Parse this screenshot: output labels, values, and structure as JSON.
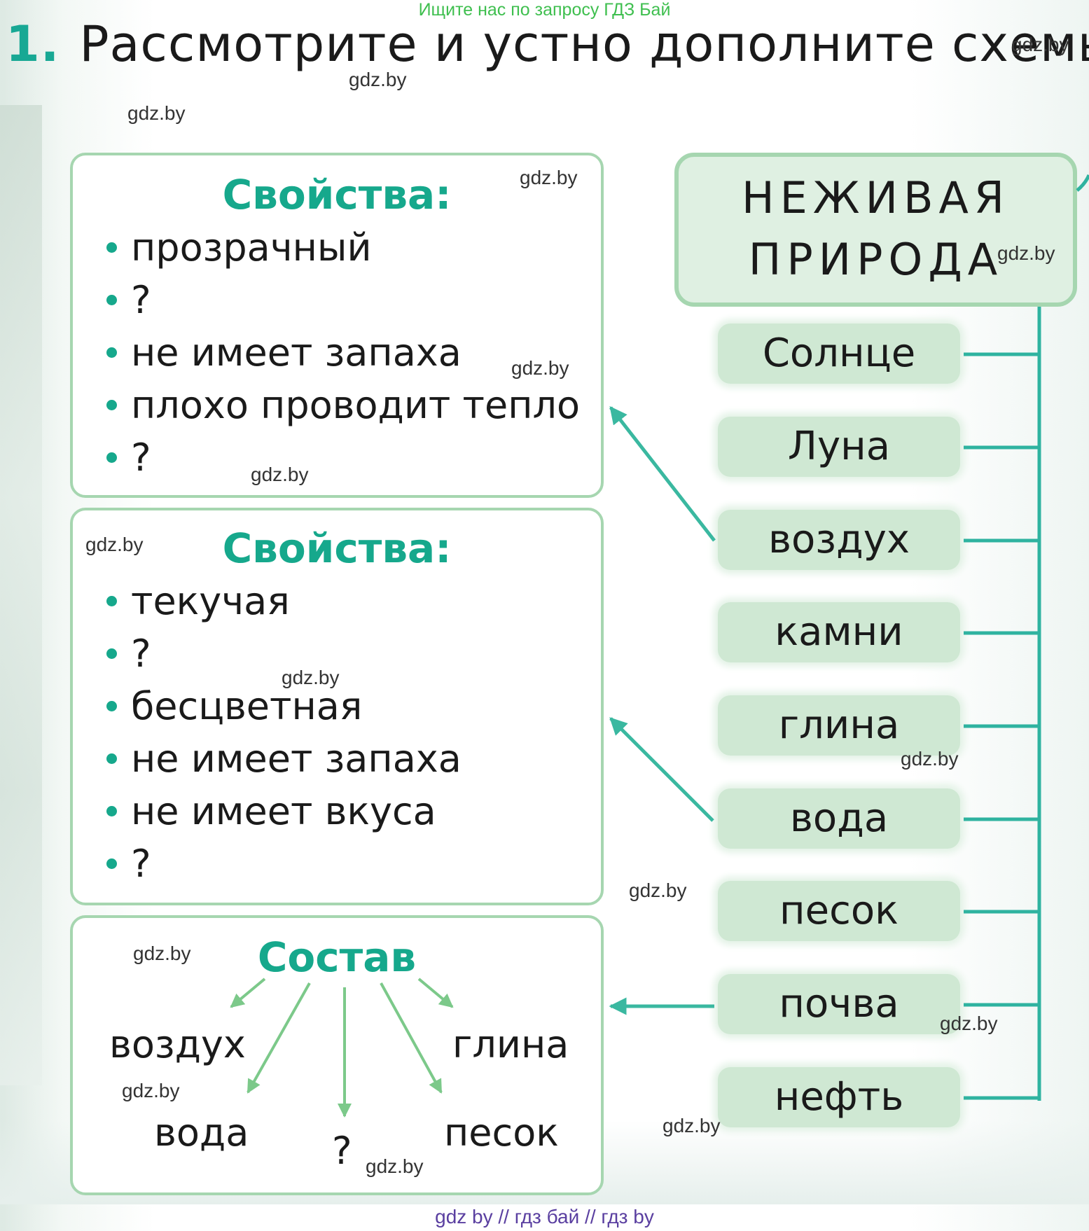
{
  "top_banner": "Ищите нас по запросу ГДЗ Бай",
  "title": {
    "number": "1.",
    "text": "Рассмотрите и устно дополните схемы."
  },
  "watermark": "gdz.by",
  "header": {
    "line1": "НЕЖИВАЯ",
    "line2": "ПРИРОДА"
  },
  "items": [
    "Солнце",
    "Луна",
    "воздух",
    "камни",
    "глина",
    "вода",
    "песок",
    "почва",
    "нефть"
  ],
  "panel1": {
    "heading": "Свойства:",
    "props": [
      "прозрачный",
      "?",
      "не имеет запаха",
      "плохо проводит тепло",
      "?"
    ]
  },
  "panel2": {
    "heading": "Свойства:",
    "props": [
      "текучая",
      "?",
      "бесцветная",
      "не имеет запаха",
      "не имеет вкуса",
      "?"
    ]
  },
  "panel3": {
    "heading": "Состав",
    "components": [
      "воздух",
      "вода",
      "?",
      "песок",
      "глина"
    ]
  },
  "footer": "gdz by  //  гдз бай  //  гдз by",
  "colors": {
    "teal": "#16a88c",
    "arrow": "#3ab8a0",
    "light_green_border": "#a6d6b0",
    "pill_fill": "#cfe8d3"
  }
}
